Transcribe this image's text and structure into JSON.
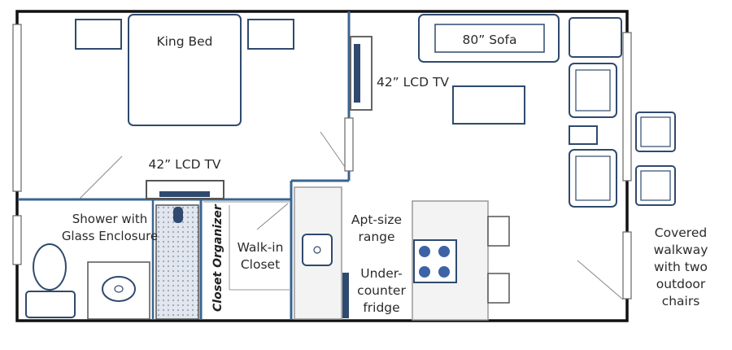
{
  "labels": {
    "king_bed": "King Bed",
    "sofa": "80” Sofa",
    "tv_living": "42” LCD TV",
    "tv_bedroom": "42” LCD TV",
    "shower": "Shower with\nGlass Enclosure",
    "closet_organizer": "Closet Organizer",
    "walk_in_closet": "Walk-in\nCloset",
    "range": "Apt-size\nrange",
    "fridge": "Under-\ncounter\nfridge",
    "walkway": "Covered\nwalkway\nwith two\noutdoor\nchairs"
  },
  "colors": {
    "wall": "#111111",
    "partition": "#3a6490",
    "furniture": "#2f4a6e",
    "burner": "#3d63a6",
    "shower_fill": "#d8dde6",
    "counter_fill": "#f3f3f3"
  }
}
